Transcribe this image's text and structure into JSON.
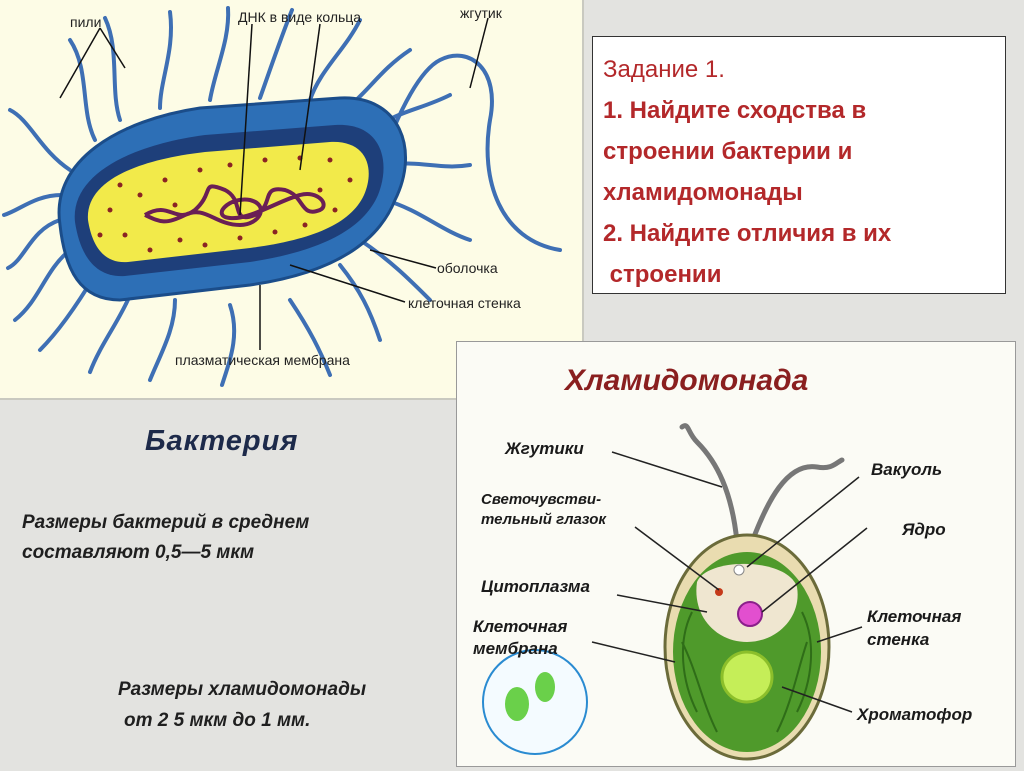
{
  "bacteria": {
    "labels": {
      "pili": "пили",
      "dna": "ДНК в виде кольца",
      "flagellum": "жгутик",
      "shell": "оболочка",
      "cell_wall": "клеточная стенка",
      "plasma_membrane": "плазматическая мембрана"
    },
    "title": "Бактерия",
    "size_text_1": "Размеры бактерий в среднем",
    "size_text_2": "составляют 0,5—5 мкм"
  },
  "chlamydomonas": {
    "size_text_1": "Размеры хламидомонады",
    "size_text_2": "от 2 5 мкм до 1 мм.",
    "title": "Хламидомонада",
    "labels": {
      "flagella": "Жгутики",
      "eyespot_1": "Светочувстви-",
      "eyespot_2": "тельный глазок",
      "cytoplasm": "Цитоплазма",
      "membrane_1": "Клеточная",
      "membrane_2": "мембрана",
      "vacuole": "Вакуоль",
      "nucleus": "Ядро",
      "cell_wall_1": "Клеточная",
      "cell_wall_2": "стенка",
      "chromatophore": "Хроматофор"
    }
  },
  "task": {
    "title": "Задание 1.",
    "line1": "1. Найдите сходства в",
    "line2": "строении бактерии и",
    "line3": "хламидомонады",
    "line4": "2. Найдите отличия в их",
    "line5": " строении"
  },
  "colors": {
    "task_text": "#b3282a",
    "bacteria_title": "#1d2a4a",
    "cell_blue": "#2f6fb0",
    "cytoplasm_yellow": "#f2ea4a",
    "chromatophore_green": "#4f9a2b"
  }
}
